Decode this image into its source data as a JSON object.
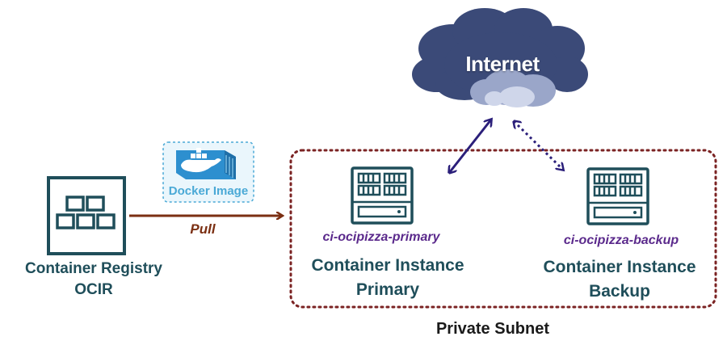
{
  "diagram": {
    "internet": {
      "label": "Internet"
    },
    "registry": {
      "title_line1": "Container Registry",
      "title_line2": "OCIR"
    },
    "docker_image": {
      "label": "Docker Image"
    },
    "pull": {
      "label": "Pull"
    },
    "primary": {
      "name": "ci-ocipizza-primary",
      "title_line1": "Container Instance",
      "title_line2": "Primary"
    },
    "backup": {
      "name": "ci-ocipizza-backup",
      "title_line1": "Container Instance",
      "title_line2": "Backup"
    },
    "subnet": {
      "label": "Private Subnet"
    }
  },
  "colors": {
    "teal": "#1f4e5a",
    "arrow_brown": "#7b2f12",
    "subnet_border": "#7b2323",
    "link_navy": "#2b1f7a",
    "instance_name_purple": "#5b2a8c",
    "docker_blue": "#4aa9d6"
  },
  "icons": {
    "registry": "container-registry-icon",
    "server": "server-icon",
    "cloud": "cloud-icon",
    "docker": "docker-container-icon"
  }
}
